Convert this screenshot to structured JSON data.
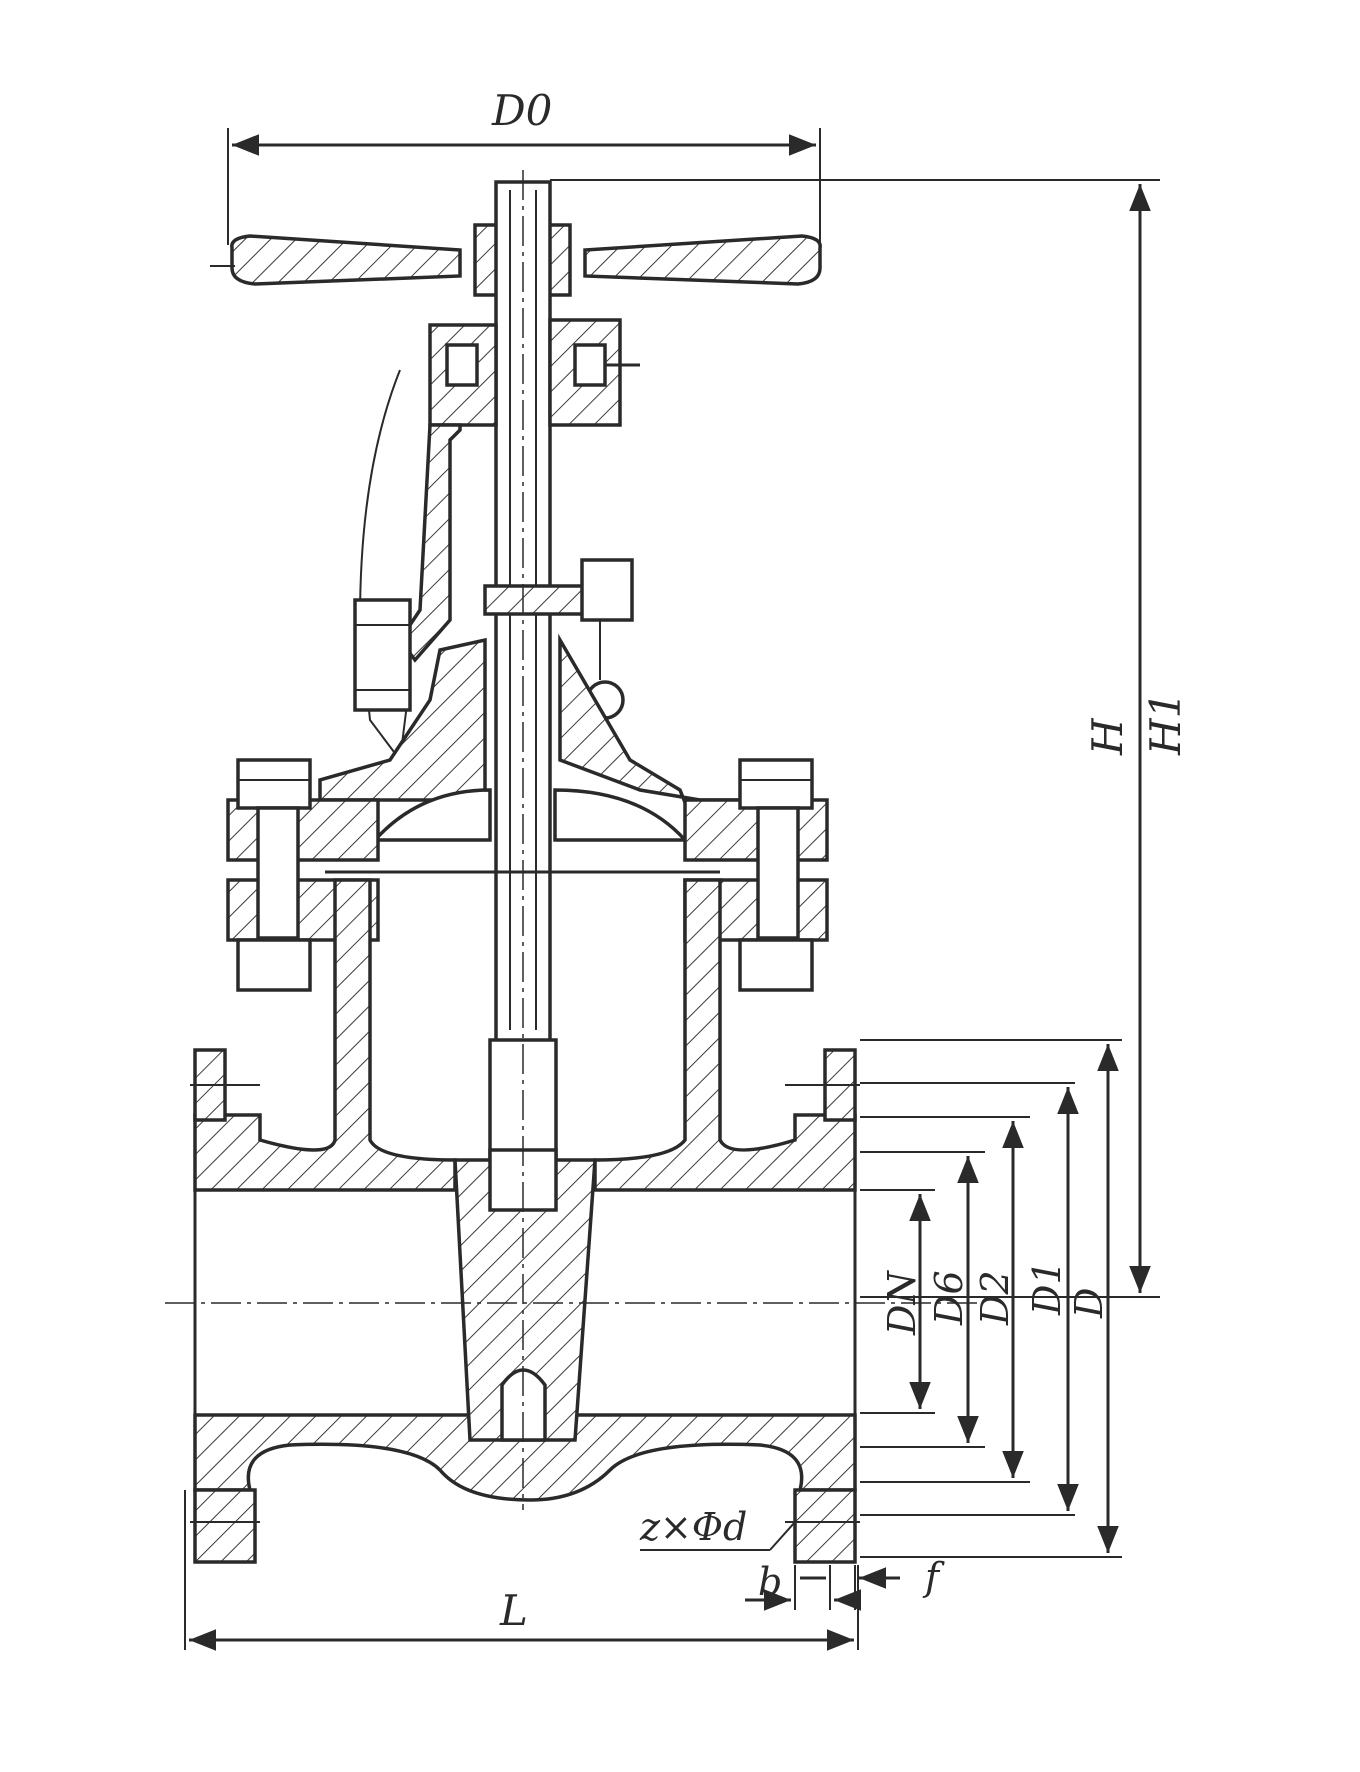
{
  "diagram": {
    "labels": {
      "d0": "D0",
      "h": "H",
      "h1": "H1",
      "dn": "DN",
      "d6": "D6",
      "d2": "D2",
      "d1": "D1",
      "d": "D",
      "bolt_holes": "z×Φd",
      "b": "b",
      "f": "f",
      "l": "L"
    }
  }
}
